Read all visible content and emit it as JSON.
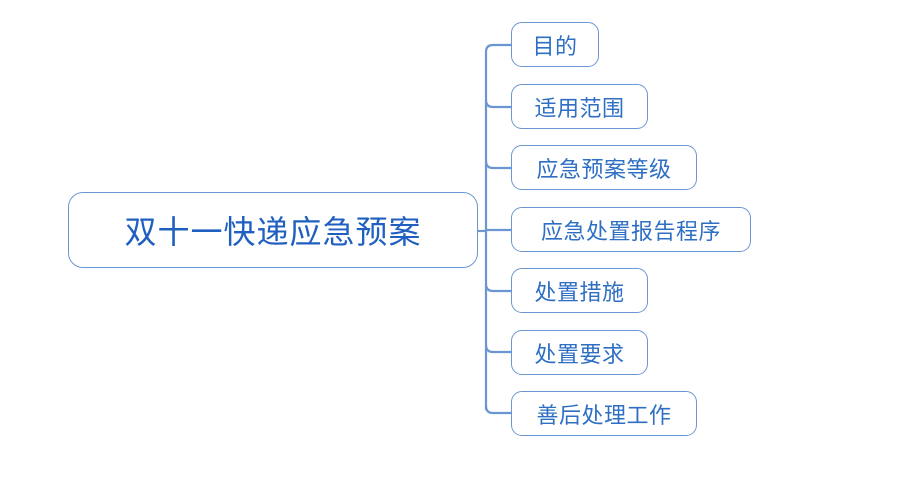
{
  "diagram": {
    "type": "mind-map",
    "title": "双十一快递应急预案",
    "background_color": "#FFFFFF",
    "root": {
      "label": "双十一快递应急预案",
      "text_color": "#1F5FC0",
      "border_color": "#6C96D2"
    },
    "branch_color": "#6C96D2",
    "children": [
      {
        "label": "目的"
      },
      {
        "label": "适用范围"
      },
      {
        "label": "应急预案等级"
      },
      {
        "label": "应急处置报告程序"
      },
      {
        "label": "处置措施"
      },
      {
        "label": "处置要求"
      },
      {
        "label": "善后处理工作"
      }
    ]
  }
}
